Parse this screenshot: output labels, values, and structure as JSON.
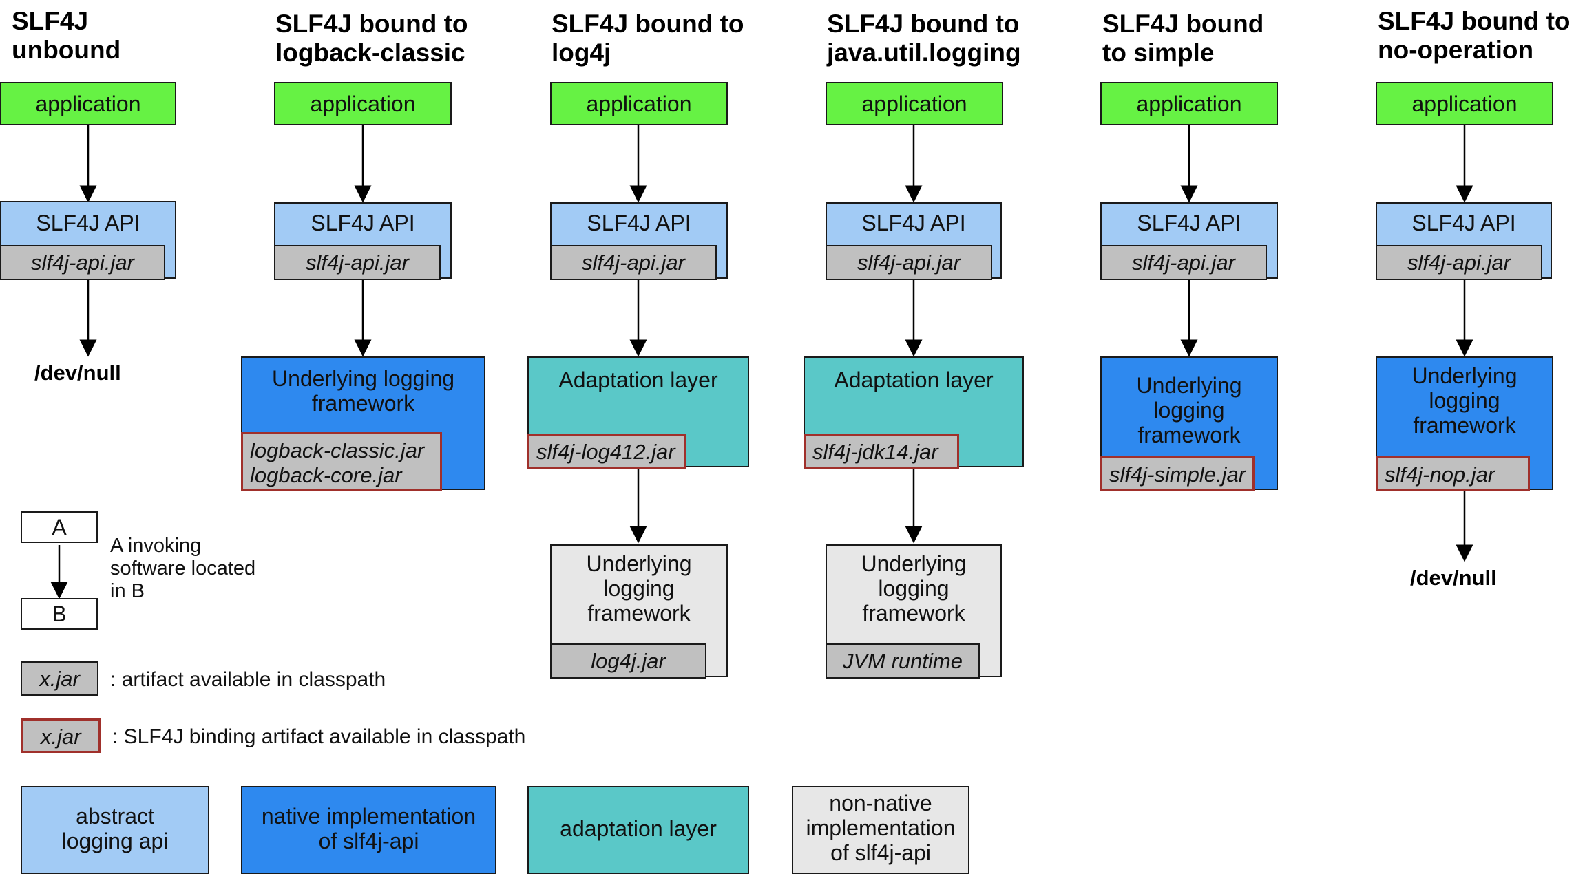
{
  "headings": {
    "unbound": "SLF4J\nunbound",
    "logback": "SLF4J bound to\nlogback-classic",
    "log4j": "SLF4J bound to\nlog4j",
    "jul": "SLF4J bound to\njava.util.logging",
    "simple": "SLF4J bound\nto simple",
    "nop": "SLF4J bound to\nno-operation"
  },
  "common": {
    "application": "application",
    "slf4j_api": "SLF4J API",
    "slf4j_api_jar": "slf4j-api.jar",
    "dev_null": "/dev/null",
    "underlying_framework_2line": "Underlying logging\nframework",
    "underlying_framework_3line": "Underlying\nlogging\nframework",
    "adaptation_layer": "Adaptation layer"
  },
  "jars": {
    "logback": "logback-classic.jar\nlogback-core.jar",
    "log4j_adapter": "slf4j-log412.jar",
    "log4j": "log4j.jar",
    "jdk14_adapter": "slf4j-jdk14.jar",
    "jvm_runtime": "JVM runtime",
    "simple": "slf4j-simple.jar",
    "nop": "slf4j-nop.jar"
  },
  "legend": {
    "box_a": "A",
    "box_b": "B",
    "invoking_text": "A invoking\nsoftware located\nin B",
    "artifact_jar": "x.jar",
    "artifact_text": ": artifact available in classpath",
    "binding_jar": "x.jar",
    "binding_text": ": SLF4J binding artifact available in classpath",
    "abstract_api": "abstract\nlogging api",
    "native_impl": "native implementation\nof slf4j-api",
    "adaptation_layer": "adaptation layer",
    "non_native_impl": "non-native\nimplementation\nof slf4j-api"
  },
  "colors": {
    "application": "#66f244",
    "abstract_api": "#a2cbf5",
    "native_impl": "#2e89ef",
    "adaptation": "#5ac8c8",
    "non_native": "#e7e7e7",
    "jar": "#c0c0c0",
    "binding_border": "#a0302b"
  }
}
